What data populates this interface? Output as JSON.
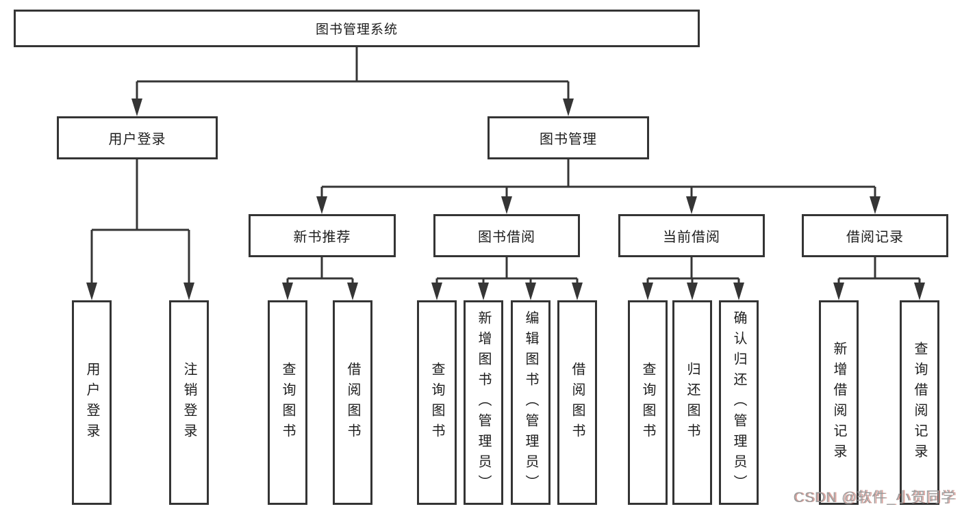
{
  "diagram": {
    "root": {
      "label": "图书管理系统"
    },
    "level2": [
      {
        "label": "用户登录"
      },
      {
        "label": "图书管理"
      }
    ],
    "level3": [
      {
        "label": "新书推荐"
      },
      {
        "label": "图书借阅"
      },
      {
        "label": "当前借阅"
      },
      {
        "label": "借阅记录"
      }
    ],
    "leaves": {
      "user_login": [
        "用户登录",
        "注销登录"
      ],
      "new_books": [
        "查询图书",
        "借阅图书"
      ],
      "book_borrow": [
        "查询图书",
        "新增图书（管理员）",
        "编辑图书（管理员）",
        "借阅图书"
      ],
      "current_borrow": [
        "查询图书",
        "归还图书",
        "确认归还（管理员）"
      ],
      "borrow_records": [
        "新增借阅记录",
        "查询借阅记录"
      ]
    }
  },
  "watermark": {
    "text": "CSDN @软件_小贺同学"
  },
  "colors": {
    "line": "#353535",
    "box_border": "#343434",
    "text": "#1d1d1d",
    "watermark_gray": "#9b9b9b",
    "watermark_shadow": "#be554b",
    "background": "#ffffff"
  }
}
